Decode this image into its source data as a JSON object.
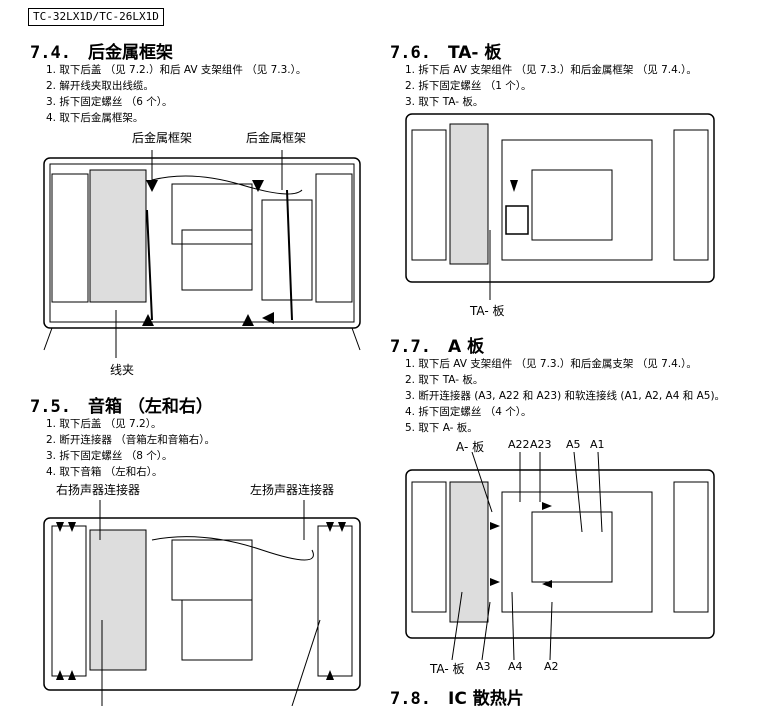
{
  "header": {
    "model": "TC-32LX1D/TC-26LX1D"
  },
  "sections": {
    "s74": {
      "num": "7.4.",
      "title": "后金属框架",
      "steps": [
        "1. 取下后盖 （见 7.2.）和后 AV 支架组件 （见 7.3.）。",
        "2. 解开线夹取出线缆。",
        "3. 拆下固定螺丝 （6 个）。",
        "4. 取下后金属框架。"
      ],
      "labels": {
        "left_frame": "后金属框架",
        "right_frame": "后金属框架",
        "clamp": "线夹"
      }
    },
    "s75": {
      "num": "7.5.",
      "title": "音箱 （左和右）",
      "steps": [
        "1. 取下后盖 （见 7.2）。",
        "2. 断开连接器 （音箱左和音箱右）。",
        "3. 拆下固定螺丝 （8 个）。",
        "4. 取下音箱 （左和右）。"
      ],
      "labels": {
        "right_conn": "右扬声器连接器",
        "left_conn": "左扬声器连接器"
      }
    },
    "s76": {
      "num": "7.6.",
      "title": "TA- 板",
      "steps": [
        "1. 拆下后 AV 支架组件 （见 7.3.）和后金属框架 （见 7.4.）。",
        "2. 拆下固定螺丝 （1 个）。",
        "3. 取下 TA- 板。"
      ],
      "labels": {
        "ta": "TA- 板"
      }
    },
    "s77": {
      "num": "7.7.",
      "title": "A 板",
      "steps": [
        "1. 取下后 AV 支架组件 （见 7.3.）和后金属支架 （见 7.4.）。",
        "2. 取下 TA- 板。",
        "3. 断开连接器 (A3, A22 和 A23) 和软连接线 (A1, A2, A4 和 A5)。",
        "4. 拆下固定螺丝 （4 个）。",
        "5. 取下 A- 板。"
      ],
      "labels": {
        "a_board": "A- 板",
        "a22": "A22",
        "a23": "A23",
        "a5": "A5",
        "a1": "A1",
        "ta": "TA- 板",
        "a3": "A3",
        "a4": "A4",
        "a2": "A2"
      }
    },
    "s78": {
      "num": "7.8.",
      "title": "IC 散热片"
    }
  }
}
